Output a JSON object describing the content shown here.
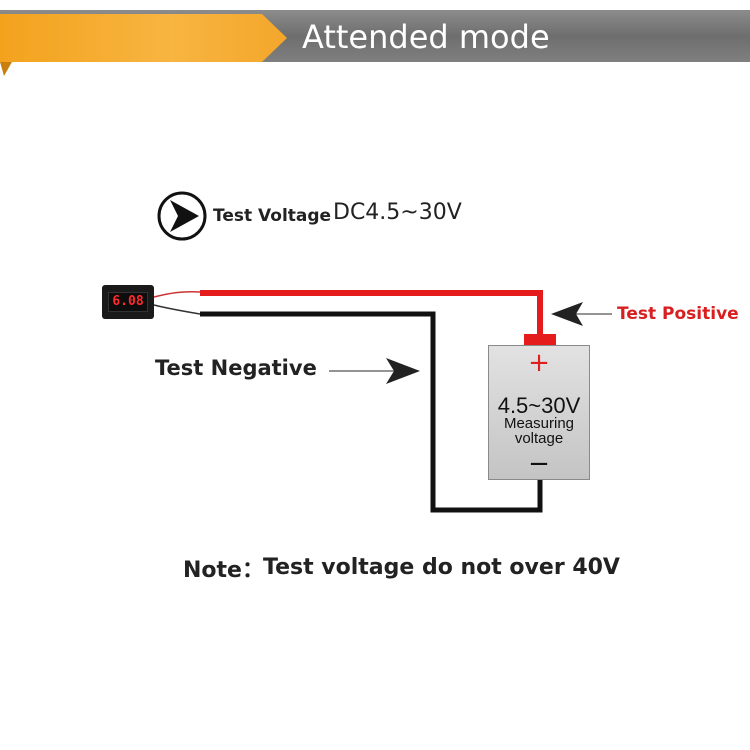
{
  "header": {
    "title": "Attended mode",
    "colors": {
      "accent": "#f5a623",
      "band": "#7a7a7a"
    }
  },
  "intro": {
    "arrow_icon": "chevron-circle-right-icon",
    "label": "Test Voltage",
    "value": "DC4.5~30V"
  },
  "meter": {
    "reading": "6.08",
    "reading_color": "#ff2a2a"
  },
  "wires": {
    "positive_color": "#e51c1c",
    "negative_color": "#111111"
  },
  "labels": {
    "test_negative": "Test Negative",
    "test_positive": "Test Positive"
  },
  "battery": {
    "plus": "+",
    "range": "4.5~30V",
    "caption_line1": "Measuring",
    "caption_line2": "voltage",
    "minus": "−"
  },
  "note": {
    "label": "Note：",
    "text": "Test voltage do not over 40V"
  }
}
